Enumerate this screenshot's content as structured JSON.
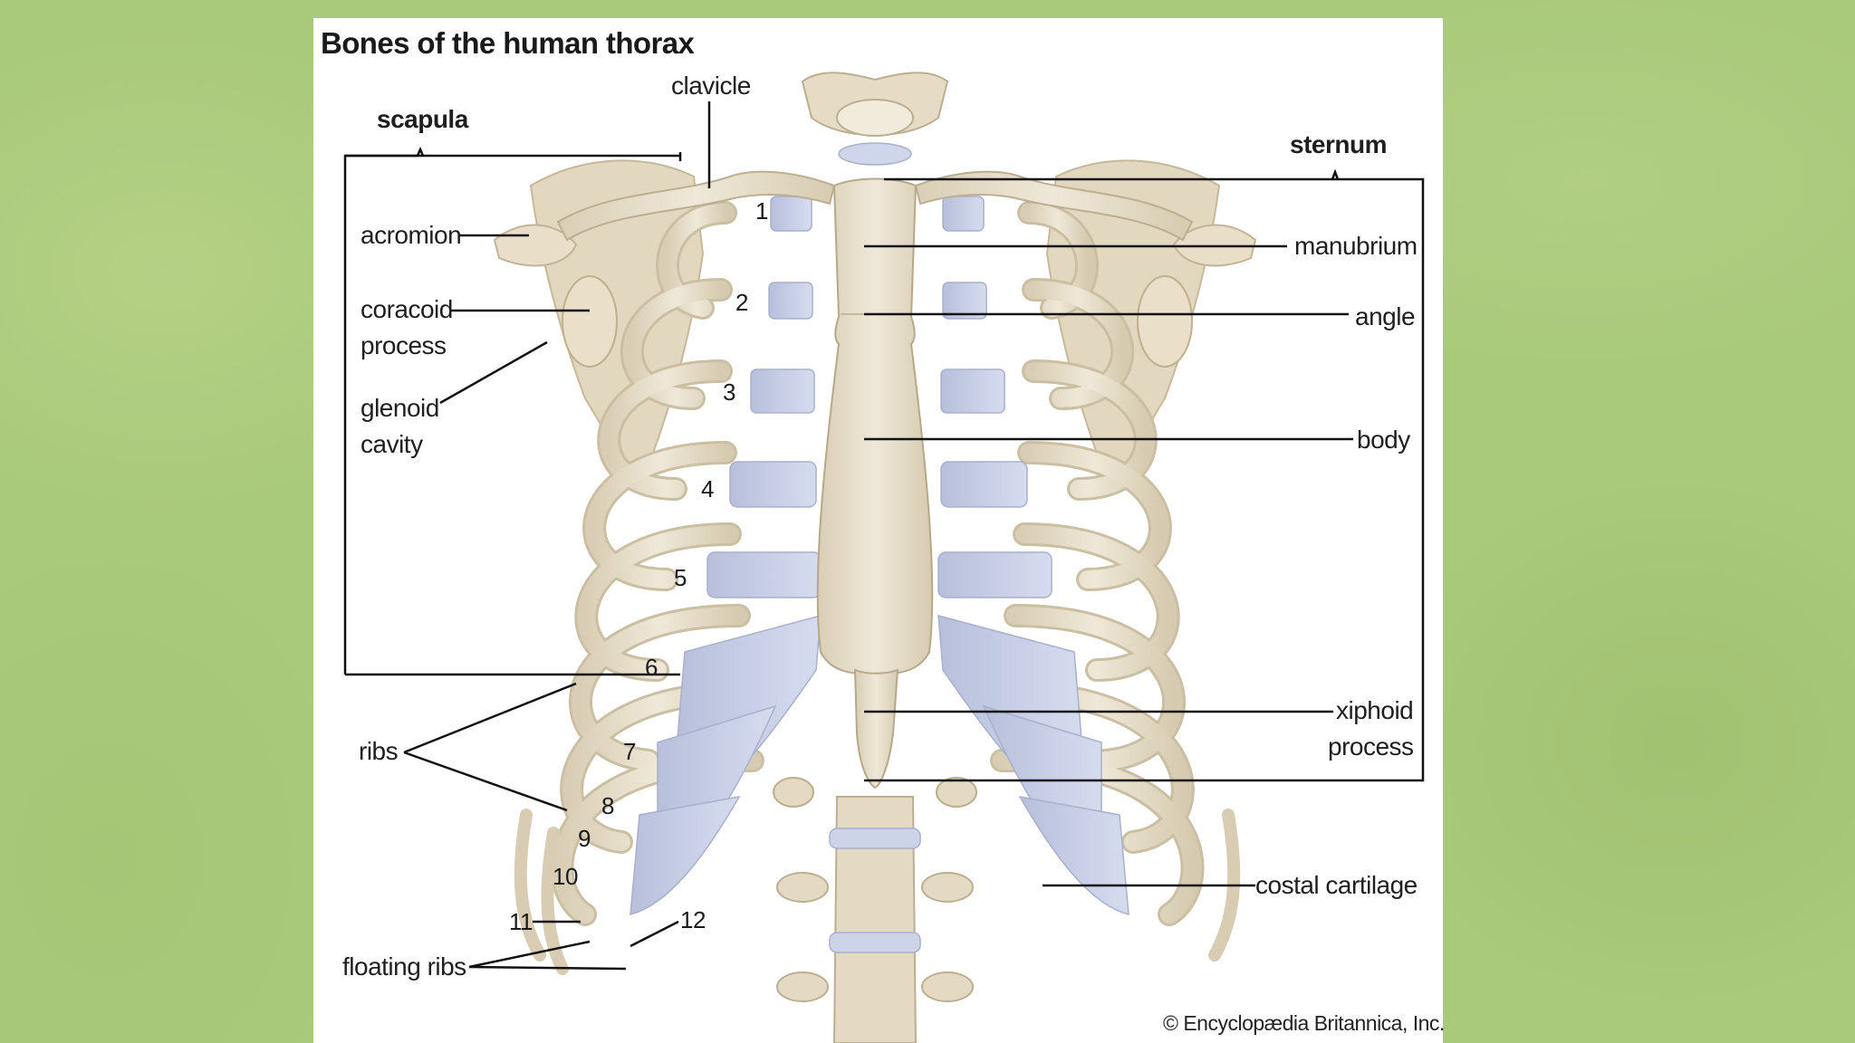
{
  "title": "Bones of the human thorax",
  "labels": {
    "clavicle": "clavicle",
    "scapula": "scapula",
    "acromion": "acromion",
    "coracoid_1": "coracoid",
    "coracoid_2": "process",
    "glenoid_1": "glenoid",
    "glenoid_2": "cavity",
    "ribs": "ribs",
    "floating_ribs": "floating ribs",
    "sternum": "sternum",
    "manubrium": "manubrium",
    "angle": "angle",
    "body": "body",
    "xiphoid_1": "xiphoid",
    "xiphoid_2": "process",
    "costal_cartilage": "costal cartilage"
  },
  "rib_numbers": [
    "1",
    "2",
    "3",
    "4",
    "5",
    "6",
    "7",
    "8",
    "9",
    "10",
    "11",
    "12"
  ],
  "copyright": "© Encyclopædia Britannica, Inc.",
  "colors": {
    "bone": "#e8dfcb",
    "bone_shadow": "#c9bda3",
    "cartilage": "#c9d0e6",
    "background": "#a9c97b",
    "panel": "#ffffff",
    "leader": "#111111"
  }
}
